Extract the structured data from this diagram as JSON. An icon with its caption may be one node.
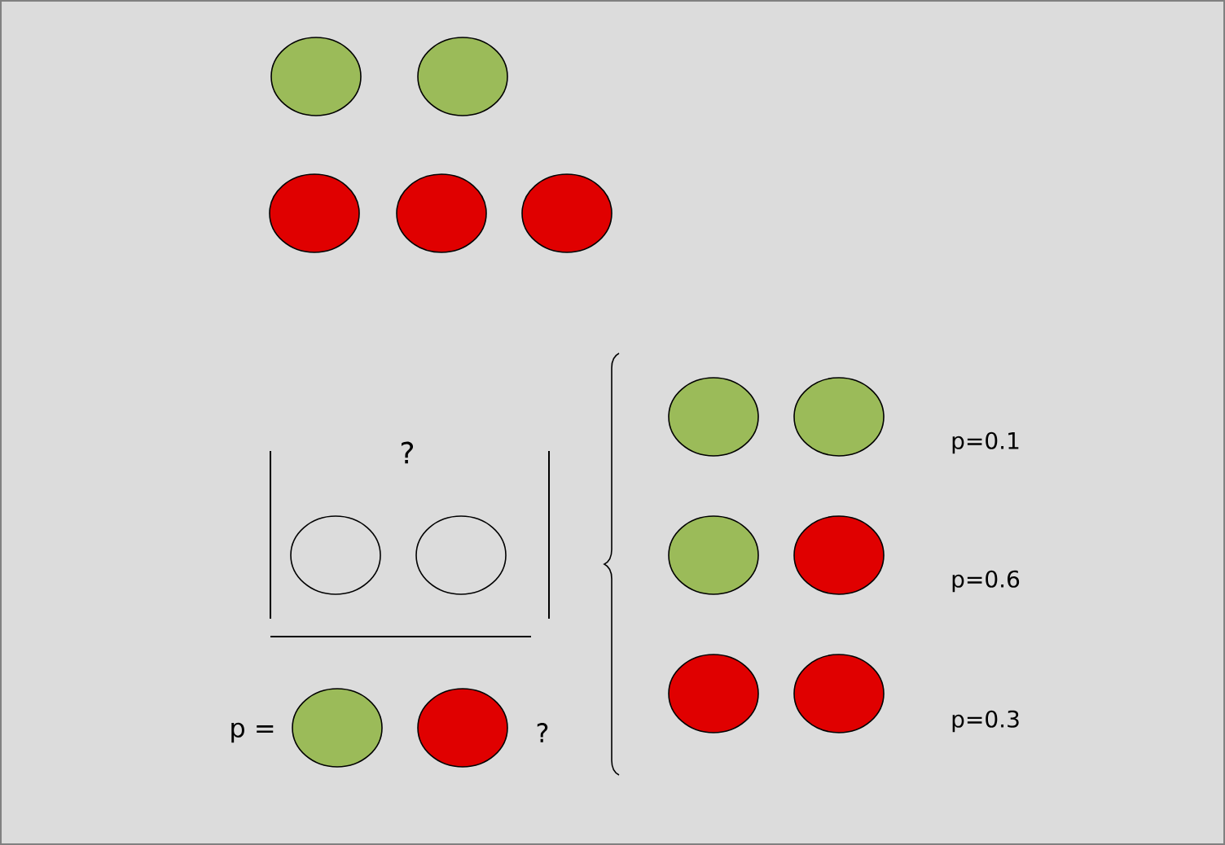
{
  "diagram": {
    "labels": [
      "?",
      "p=0.1",
      "p=0.6",
      "p =",
      "?",
      "p=0.3"
    ]
  }
}
